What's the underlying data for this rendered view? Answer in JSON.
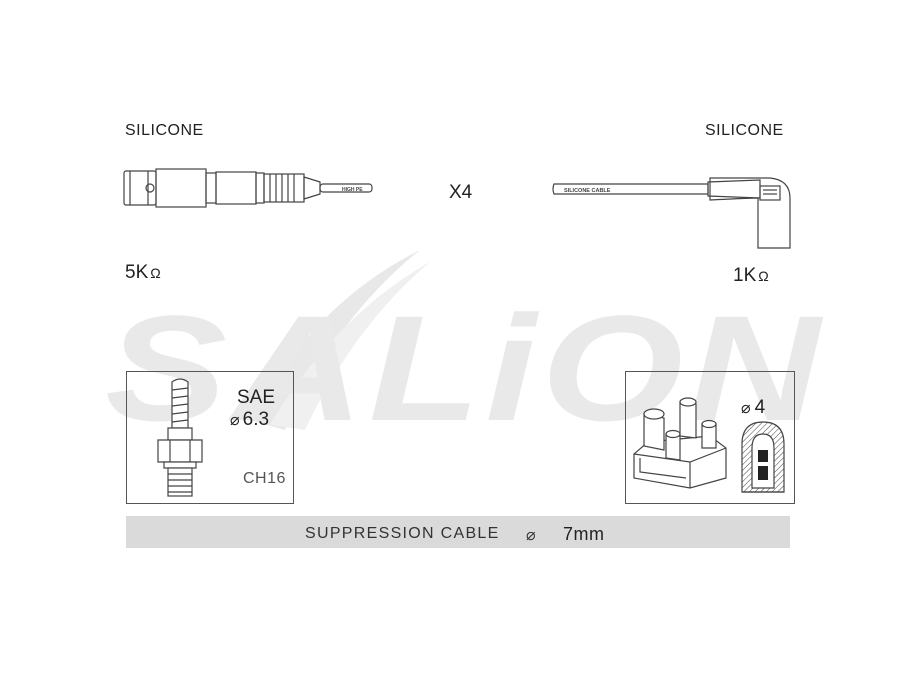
{
  "watermark": {
    "text": "SALiON"
  },
  "left_end": {
    "material": "SILICONE",
    "resistance": "5K",
    "resistance_unit": "Ω",
    "sleeve_text": "HIGH PE"
  },
  "right_end": {
    "material": "SILICONE",
    "resistance": "1K",
    "resistance_unit": "Ω",
    "cable_print": "SILICONE CABLE"
  },
  "quantity": "X4",
  "spark_plug_box": {
    "standard": "SAE",
    "diameter_symbol": "⌀",
    "diameter": "6.3",
    "hex": "CH16"
  },
  "distributor_box": {
    "diameter_symbol": "⌀",
    "diameter": "4"
  },
  "cable_bar": {
    "label": "SUPPRESSION CABLE",
    "diameter_symbol": "⌀",
    "value": "7mm"
  }
}
